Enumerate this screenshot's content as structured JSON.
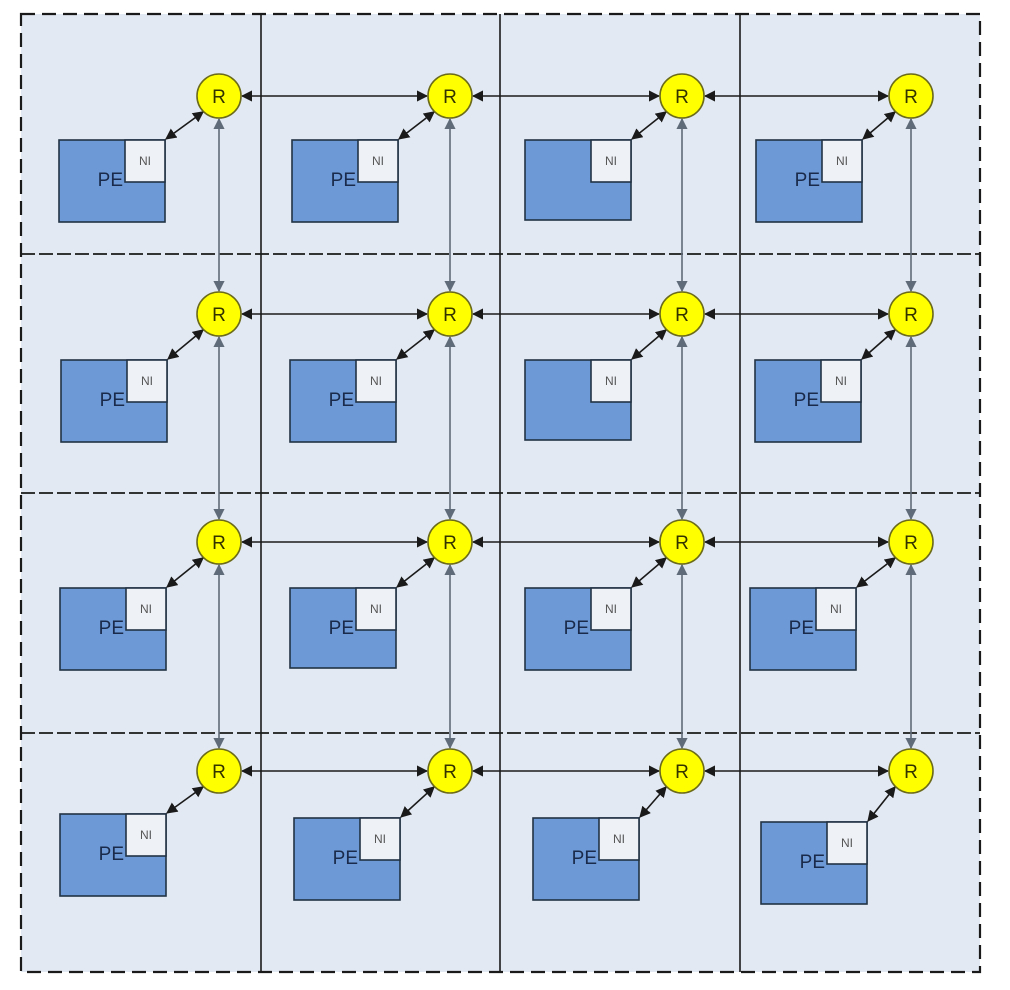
{
  "diagram": {
    "title": "",
    "grid": {
      "rows": 4,
      "cols": 4
    },
    "colors": {
      "cell_background": "#e3e9f2",
      "pe_fill": "#6d9ad6",
      "ni_fill": "#eef1f6",
      "router_fill": "#ffff00",
      "horizontal_link": "#1a1a1a",
      "vertical_link": "#5f6b78"
    },
    "labels": {
      "router": "R",
      "processing_element": "PE",
      "network_interface": "NI"
    },
    "nodes": [
      {
        "row": 0,
        "col": 0,
        "router": "R",
        "pe": "PE",
        "ni": "NI"
      },
      {
        "row": 0,
        "col": 1,
        "router": "R",
        "pe": "PE",
        "ni": "NI"
      },
      {
        "row": 0,
        "col": 2,
        "router": "R",
        "pe": "",
        "ni": "NI"
      },
      {
        "row": 0,
        "col": 3,
        "router": "R",
        "pe": "PE",
        "ni": "NI"
      },
      {
        "row": 1,
        "col": 0,
        "router": "R",
        "pe": "PE",
        "ni": "NI"
      },
      {
        "row": 1,
        "col": 1,
        "router": "R",
        "pe": "PE",
        "ni": "NI"
      },
      {
        "row": 1,
        "col": 2,
        "router": "R",
        "pe": "",
        "ni": "NI"
      },
      {
        "row": 1,
        "col": 3,
        "router": "R",
        "pe": "PE",
        "ni": "NI"
      },
      {
        "row": 2,
        "col": 0,
        "router": "R",
        "pe": "PE",
        "ni": "NI"
      },
      {
        "row": 2,
        "col": 1,
        "router": "R",
        "pe": "PE",
        "ni": "NI"
      },
      {
        "row": 2,
        "col": 2,
        "router": "R",
        "pe": "PE",
        "ni": "NI"
      },
      {
        "row": 2,
        "col": 3,
        "router": "R",
        "pe": "PE",
        "ni": "NI"
      },
      {
        "row": 3,
        "col": 0,
        "router": "R",
        "pe": "PE",
        "ni": "NI"
      },
      {
        "row": 3,
        "col": 1,
        "router": "R",
        "pe": "PE",
        "ni": "NI"
      },
      {
        "row": 3,
        "col": 2,
        "router": "R",
        "pe": "PE",
        "ni": "NI"
      },
      {
        "row": 3,
        "col": 3,
        "router": "R",
        "pe": "PE",
        "ni": "NI"
      }
    ],
    "links": {
      "horizontal": "bidirectional router-to-router within each row",
      "vertical": "bidirectional router-to-router within each column",
      "local": "bidirectional NI-to-router in each tile"
    }
  }
}
